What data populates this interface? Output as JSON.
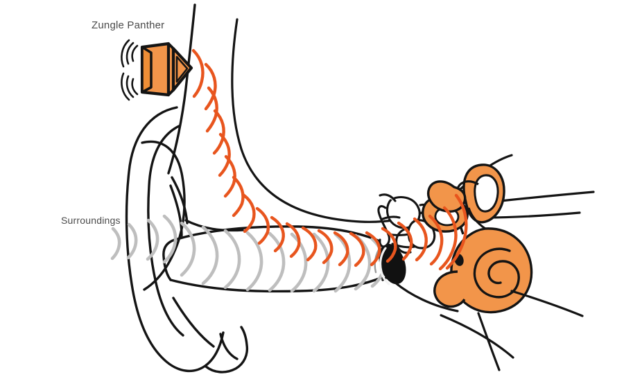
{
  "diagram": {
    "title": "Bone conduction audio path through the human ear",
    "type": "anatomical-illustration",
    "background_color": "#ffffff",
    "labels": [
      {
        "id": "device",
        "text": "Zungle Panther",
        "color": "#4a4a4a"
      },
      {
        "id": "surroundings",
        "text": "Surroundings",
        "color": "#4a4a4a"
      }
    ],
    "colors": {
      "outline": "#141414",
      "device_fill": "#F2954A",
      "device_fill_light": "#F6A868",
      "cochlea_fill": "#F2954A",
      "device_wave": "#E8551E",
      "ambient_wave": "#BEBEBE",
      "eardrum": "#111111",
      "label_text": "#4a4a4a"
    },
    "parts": [
      {
        "id": "device-speaker",
        "name": "Zungle Panther bone-conduction speaker",
        "fill": "#F2954A"
      },
      {
        "id": "device-vibration",
        "name": "speaker vibration marks",
        "stroke": "#141414"
      },
      {
        "id": "pinna",
        "name": "outer ear (pinna)",
        "stroke": "#141414"
      },
      {
        "id": "skull",
        "name": "skull / head outline",
        "stroke": "#141414"
      },
      {
        "id": "ear-canal",
        "name": "ear canal",
        "stroke": "#141414"
      },
      {
        "id": "eardrum",
        "name": "eardrum (tympanic membrane)",
        "fill": "#111111"
      },
      {
        "id": "ossicles",
        "name": "middle-ear ossicles",
        "stroke": "#141414"
      },
      {
        "id": "cochlea",
        "name": "cochlea and semicircular canals",
        "fill": "#F2954A"
      },
      {
        "id": "eustachian-tube",
        "name": "eustachian tube",
        "stroke": "#141414"
      },
      {
        "id": "device-waves",
        "name": "bone-conducted sound waves from device",
        "stroke": "#E8551E",
        "count": 22
      },
      {
        "id": "ambient-waves",
        "name": "ambient sound waves through ear canal",
        "stroke": "#BEBEBE",
        "count": 14
      }
    ]
  }
}
